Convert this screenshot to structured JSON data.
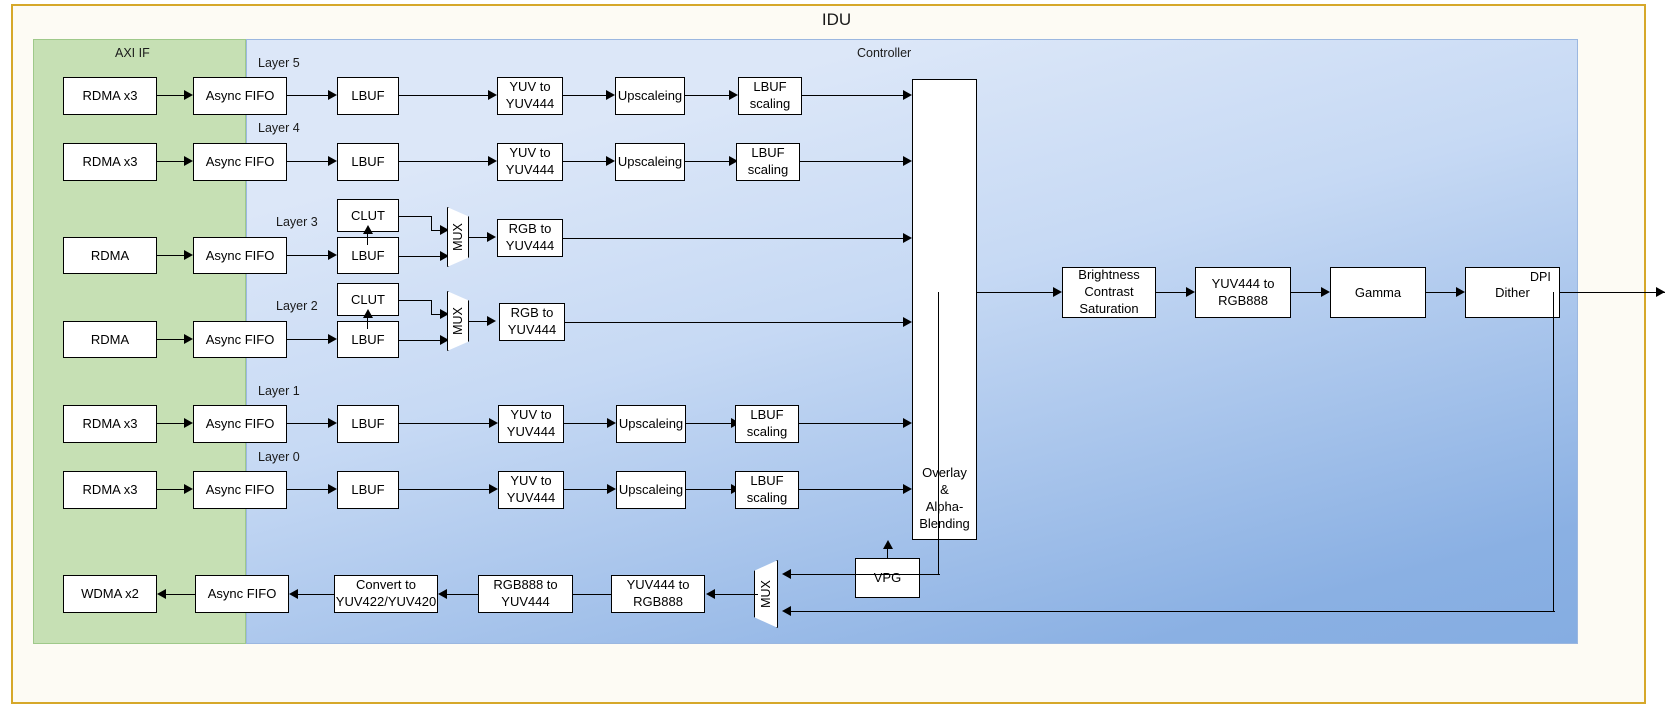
{
  "diagram": {
    "title": "IDU",
    "regions": [
      {
        "name": "axi-if",
        "label": "AXI IF",
        "color": "#c6e0b4"
      },
      {
        "name": "controller",
        "label": "Controller",
        "color": "#c6d9f4"
      }
    ],
    "layer_labels": [
      {
        "id": "layer5",
        "label": "Layer 5"
      },
      {
        "id": "layer4",
        "label": "Layer 4"
      },
      {
        "id": "layer3",
        "label": "Layer 3"
      },
      {
        "id": "layer2",
        "label": "Layer 2"
      },
      {
        "id": "layer1",
        "label": "Layer 1"
      },
      {
        "id": "layer0",
        "label": "Layer 0"
      }
    ],
    "blocks": {
      "rdma_l5": "RDMA x3",
      "rdma_l4": "RDMA x3",
      "rdma_l3": "RDMA",
      "rdma_l2": "RDMA",
      "rdma_l1": "RDMA x3",
      "rdma_l0": "RDMA x3",
      "fifo_l5": "Async FIFO",
      "fifo_l4": "Async FIFO",
      "fifo_l3": "Async FIFO",
      "fifo_l2": "Async FIFO",
      "fifo_l1": "Async FIFO",
      "fifo_l0": "Async FIFO",
      "lbuf_l5": "LBUF",
      "lbuf_l4": "LBUF",
      "lbuf_l3": "LBUF",
      "lbuf_l2": "LBUF",
      "lbuf_l1": "LBUF",
      "lbuf_l0": "LBUF",
      "clut_l3": "CLUT",
      "clut_l2": "CLUT",
      "mux_l3": "MUX",
      "mux_l2": "MUX",
      "yuv444_l5": "YUV to YUV444",
      "yuv444_l4": "YUV to YUV444",
      "yuv444_l1": "YUV to YUV444",
      "yuv444_l0": "YUV to YUV444",
      "rgb2yuv_l3": "RGB to YUV444",
      "rgb2yuv_l2": "RGB to YUV444",
      "upscale_l5": "Upscaleing",
      "upscale_l4": "Upscaleing",
      "upscale_l1": "Upscaleing",
      "upscale_l0": "Upscaleing",
      "lbufscale_l5": "LBUF scaling",
      "lbufscale_l4": "LBUF scaling",
      "lbufscale_l1": "LBUF scaling",
      "lbufscale_l0": "LBUF scaling",
      "overlay": "Overlay & Alpha-Blending",
      "vpg": "VPG",
      "bcs": "Brightness Contrast Saturation",
      "yuv444_to_rgb888": "YUV444 to RGB888",
      "gamma": "Gamma",
      "dither": "Dither",
      "mux_out": "MUX",
      "yuv444_to_rgb888_wb": "YUV444 to RGB888",
      "rgb888_to_yuv444_wb": "RGB888 to YUV444",
      "convert_wb": "Convert to YUV422/YUV420",
      "fifo_wb": "Async FIFO",
      "wdma": "WDMA x2"
    },
    "edges": {
      "dpi": "DPI"
    }
  }
}
